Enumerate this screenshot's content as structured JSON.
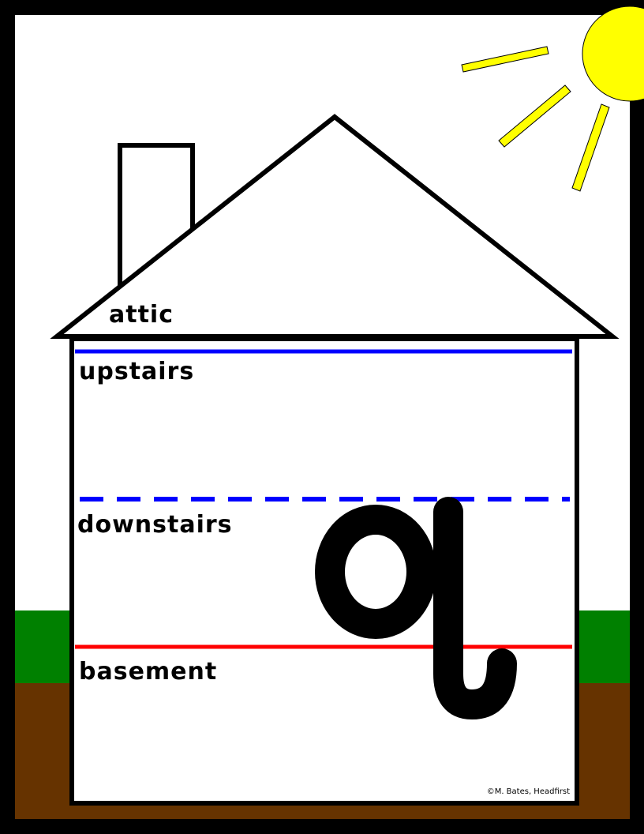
{
  "labels": {
    "attic": "attic",
    "upstairs": "upstairs",
    "downstairs": "downstairs",
    "basement": "basement"
  },
  "letter": "q",
  "copyright": "©M. Bates, Headfirst",
  "colors": {
    "frame": "#000000",
    "sky": "#ffffff",
    "grass": "#008000",
    "dirt": "#663300",
    "sun": "#ffff00",
    "top_line": "#0000ff",
    "mid_line": "#0000ff",
    "base_line": "#ff0000",
    "outline": "#000000"
  },
  "icons": {
    "sun": "sun-icon",
    "house": "house-icon",
    "chimney": "chimney-icon"
  }
}
